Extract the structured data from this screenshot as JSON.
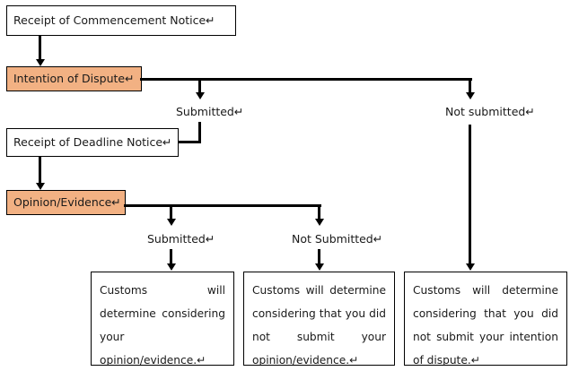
{
  "diagram": {
    "title": "Customs dispute procedure flowchart",
    "background_color": "#ffffff",
    "line_color": "#000000",
    "highlight_color": "#f2b183",
    "text_color": "#1a1a1a"
  },
  "nodes": {
    "commencement_notice": "Receipt of Commencement Notice↵",
    "intention_of_dispute": "Intention of Dispute↵",
    "deadline_notice": "Receipt of Deadline Notice↵",
    "opinion_evidence": "Opinion/Evidence↵"
  },
  "branch_labels": {
    "dispute_submitted": "Submitted↵",
    "dispute_not_submitted": "Not submitted↵",
    "evidence_submitted": "Submitted↵",
    "evidence_not_submitted": "Not Submitted↵"
  },
  "outcomes": {
    "evidence_submitted_result": "Customs will determine considering your opinion/evidence.↵",
    "evidence_not_submitted_result": "Customs will determine considering that you did not submit your opinion/evidence.↵",
    "dispute_not_submitted_result": "Customs will determine considering that you did not submit your intention of dispute.↵"
  }
}
